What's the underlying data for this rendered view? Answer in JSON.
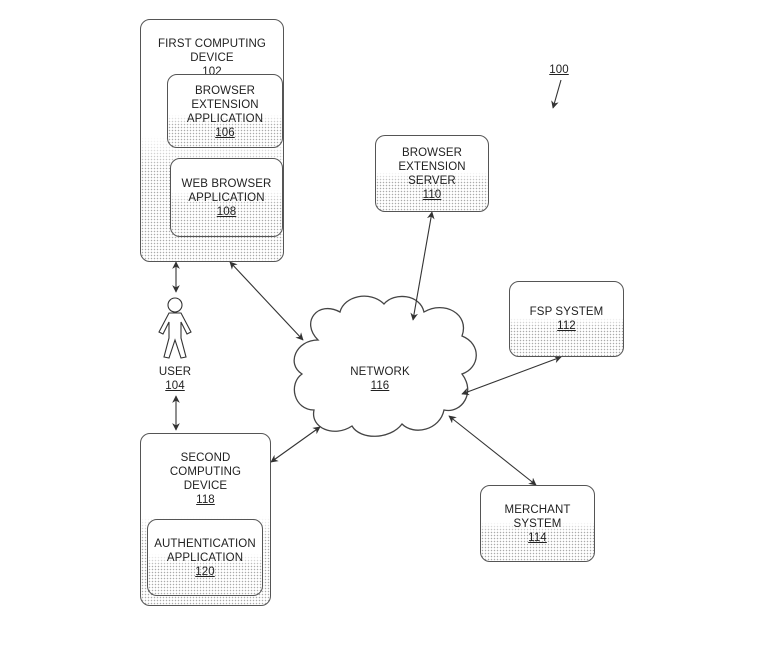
{
  "figure_ref": "100",
  "nodes": {
    "first_device": {
      "title": "FIRST COMPUTING DEVICE",
      "ref": "102"
    },
    "browser_ext_app": {
      "lines": [
        "BROWSER",
        "EXTENSION",
        "APPLICATION"
      ],
      "ref": "106"
    },
    "web_browser_app": {
      "lines": [
        "WEB BROWSER",
        "APPLICATION"
      ],
      "ref": "108"
    },
    "user": {
      "title": "USER",
      "ref": "104"
    },
    "second_device": {
      "lines": [
        "SECOND",
        "COMPUTING",
        "DEVICE"
      ],
      "ref": "118"
    },
    "auth_app": {
      "lines": [
        "AUTHENTICATION",
        "APPLICATION"
      ],
      "ref": "120"
    },
    "network": {
      "title": "NETWORK",
      "ref": "116"
    },
    "browser_ext_server": {
      "lines": [
        "BROWSER",
        "EXTENSION",
        "SERVER"
      ],
      "ref": "110"
    },
    "fsp_system": {
      "title": "FSP SYSTEM",
      "ref": "112"
    },
    "merchant_system": {
      "lines": [
        "MERCHANT",
        "SYSTEM"
      ],
      "ref": "114"
    }
  },
  "connections": [
    {
      "from": "first_device",
      "to": "user",
      "type": "bidirectional"
    },
    {
      "from": "user",
      "to": "second_device",
      "type": "bidirectional"
    },
    {
      "from": "first_device",
      "to": "network",
      "type": "bidirectional"
    },
    {
      "from": "second_device",
      "to": "network",
      "type": "bidirectional"
    },
    {
      "from": "browser_ext_server",
      "to": "network",
      "type": "bidirectional"
    },
    {
      "from": "fsp_system",
      "to": "network",
      "type": "bidirectional"
    },
    {
      "from": "merchant_system",
      "to": "network",
      "type": "bidirectional"
    }
  ]
}
